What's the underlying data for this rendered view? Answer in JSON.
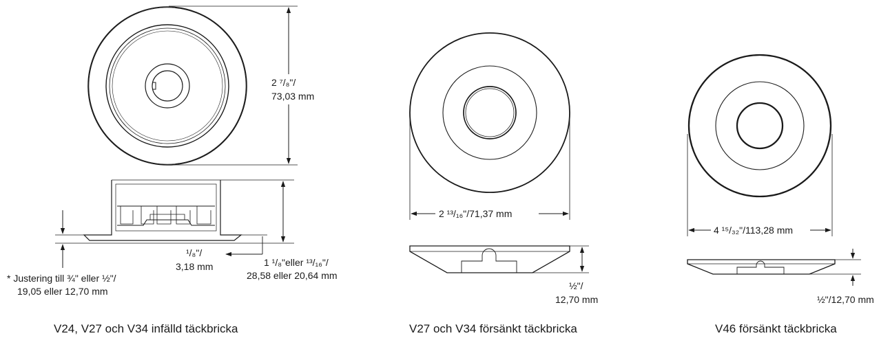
{
  "drawings": [
    {
      "caption": "V24, V27 och V34 infälld täckbricka",
      "dim_height": [
        "2 ⁷/₈\"/",
        "73,03 mm"
      ],
      "dim_lip": [
        "¹/₈\"/",
        "3,18 mm"
      ],
      "dim_depth": [
        "1 ¹/₈\"eller ¹³/₁₆\"/",
        "28,58 eller 20,64 mm"
      ],
      "dim_adjust": [
        "* Justering till ¾\" eller ½\"/",
        "19,05 eller 12,70 mm"
      ]
    },
    {
      "caption": "V27 och V34 försänkt täckbricka",
      "dim_diameter": "2 ¹³/₁₆\"/71,37 mm",
      "dim_height": [
        "½\"/",
        "12,70 mm"
      ]
    },
    {
      "caption": "V46 försänkt täckbricka",
      "dim_diameter": "4 ¹⁵/₃₂\"/113,28 mm",
      "dim_height": "½\"/12,70 mm"
    }
  ]
}
